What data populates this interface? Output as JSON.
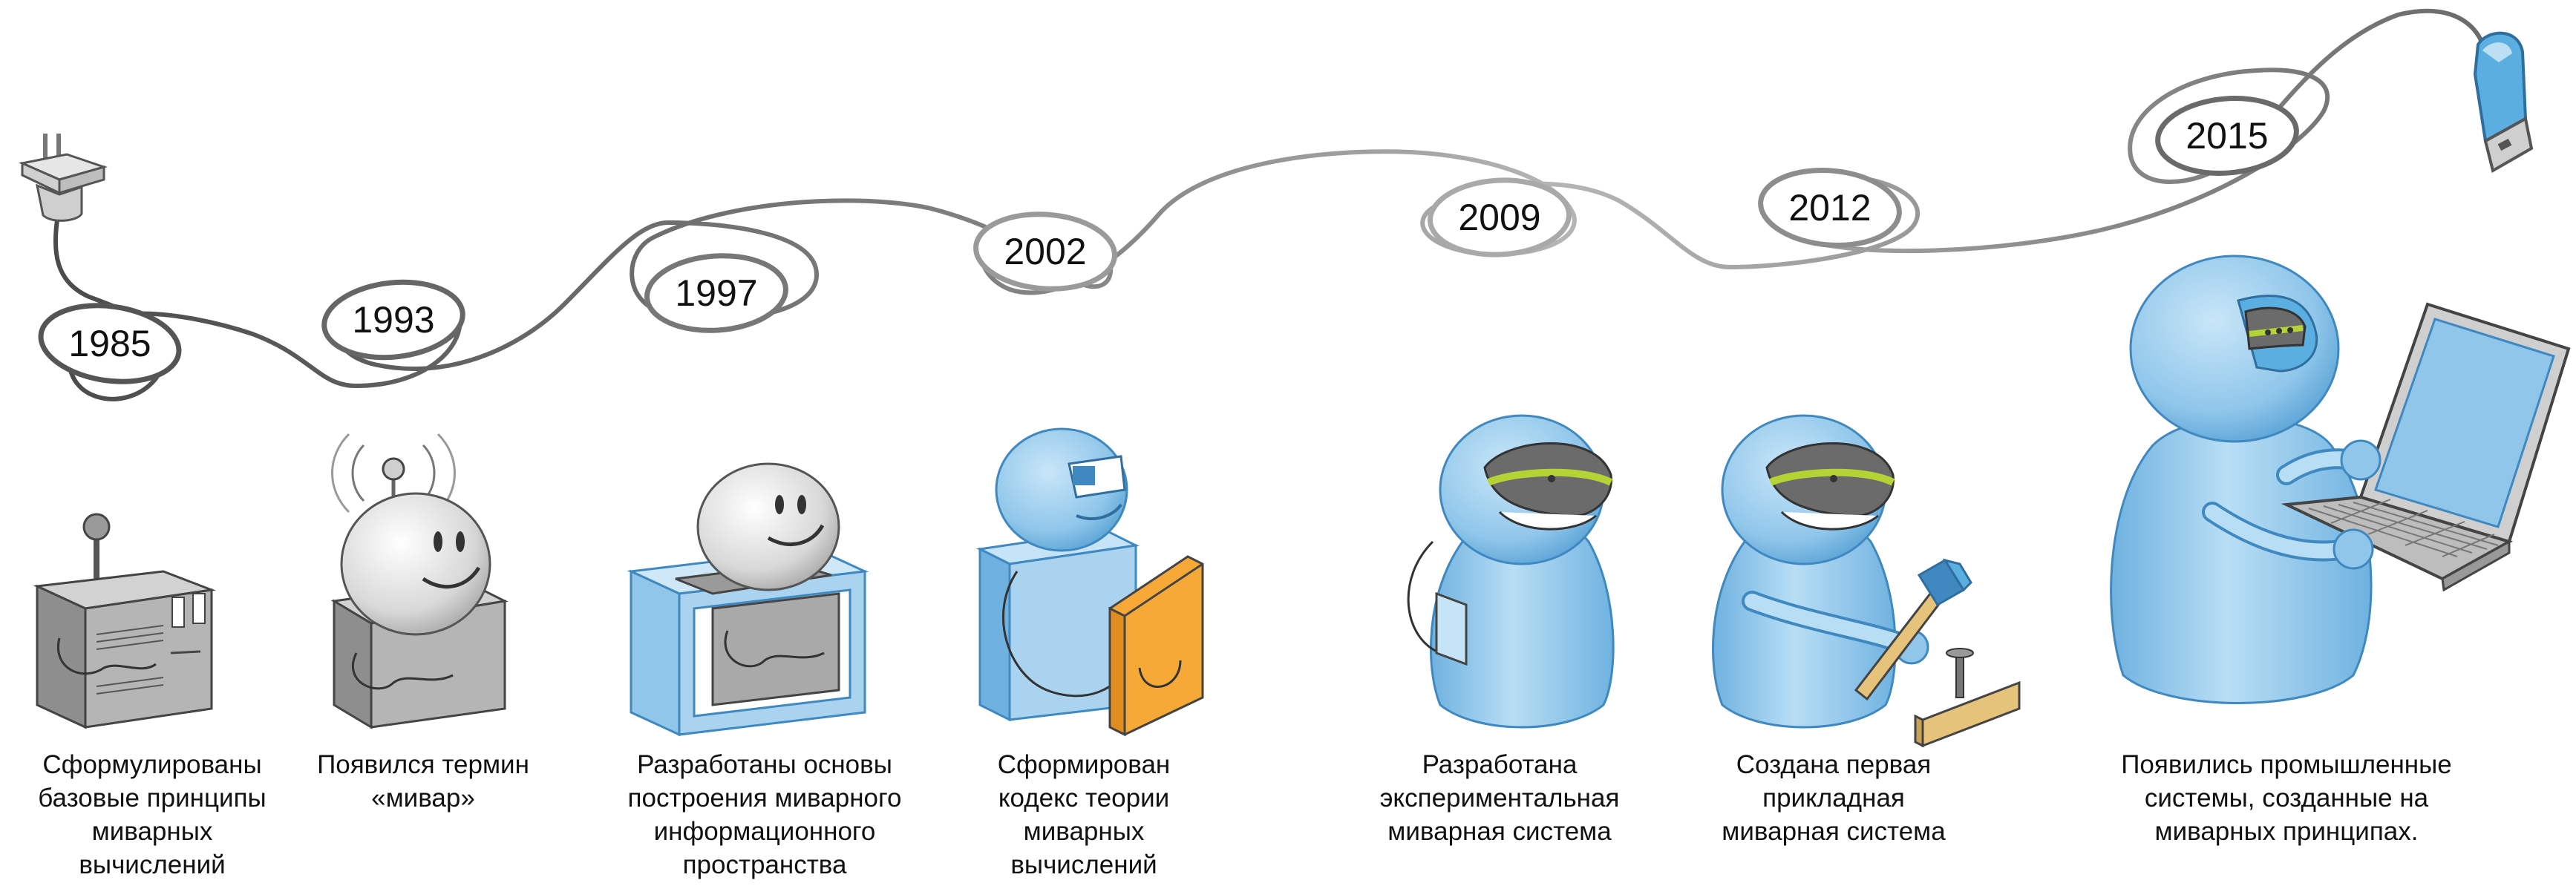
{
  "timeline": {
    "milestones": [
      {
        "year": "1985",
        "caption": [
          "Сформулированы",
          "базовые принципы",
          "миварных",
          "вычислений"
        ]
      },
      {
        "year": "1993",
        "caption": [
          "Появился термин",
          "«мивар»"
        ]
      },
      {
        "year": "1997",
        "caption": [
          "Разработаны основы",
          "построения миварного",
          "информационного",
          "пространства"
        ]
      },
      {
        "year": "2002",
        "caption": [
          "Сформирован",
          "кодекс теории",
          "миварных",
          "вычислений"
        ]
      },
      {
        "year": "2009",
        "caption": [
          "Разработана",
          "экспериментальная",
          "миварная система"
        ]
      },
      {
        "year": "2012",
        "caption": [
          "Создана первая",
          "прикладная",
          "миварная система"
        ]
      },
      {
        "year": "2015",
        "caption": [
          "Появились промышленные",
          "системы, созданные на",
          "миварных принципах."
        ]
      }
    ]
  },
  "colors": {
    "cable": "#5a5a5a",
    "robot_blue": "#8fc6ea",
    "robot_blue_dark": "#3f88c0",
    "metal_gray": "#a7a7a7",
    "book_orange": "#f7a937",
    "visor_green": "#b4d334"
  },
  "icons": [
    "power-plug-icon",
    "usb-plug-icon",
    "antenna-icon",
    "hammer-icon",
    "laptop-icon",
    "book-icon"
  ]
}
